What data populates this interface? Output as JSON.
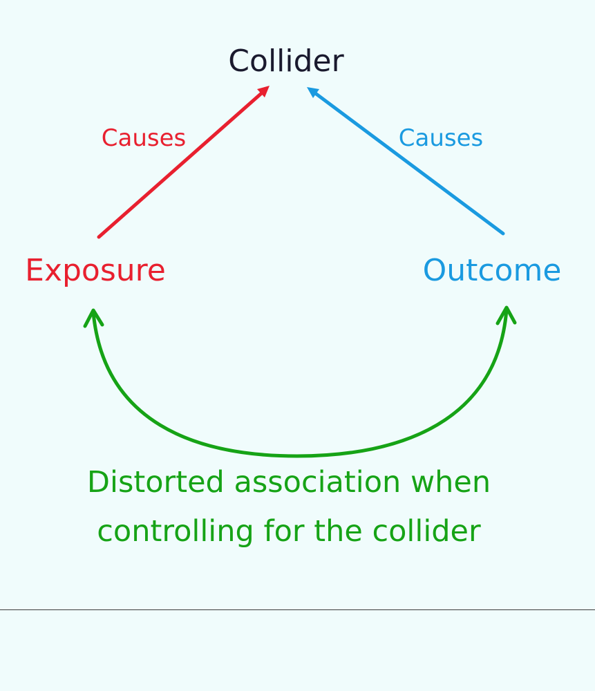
{
  "nodes": {
    "collider": {
      "label": "Collider",
      "color": "#1a1a2e"
    },
    "exposure": {
      "label": "Exposure",
      "color": "#e8202f"
    },
    "outcome": {
      "label": "Outcome",
      "color": "#1a9ae0"
    }
  },
  "edges": {
    "exposure_to_collider": {
      "label": "Causes",
      "color": "#e8202f"
    },
    "outcome_to_collider": {
      "label": "Causes",
      "color": "#1a9ae0"
    }
  },
  "association": {
    "color": "#16a316",
    "caption_lines": [
      "Distorted association when",
      "controlling for the collider"
    ]
  }
}
